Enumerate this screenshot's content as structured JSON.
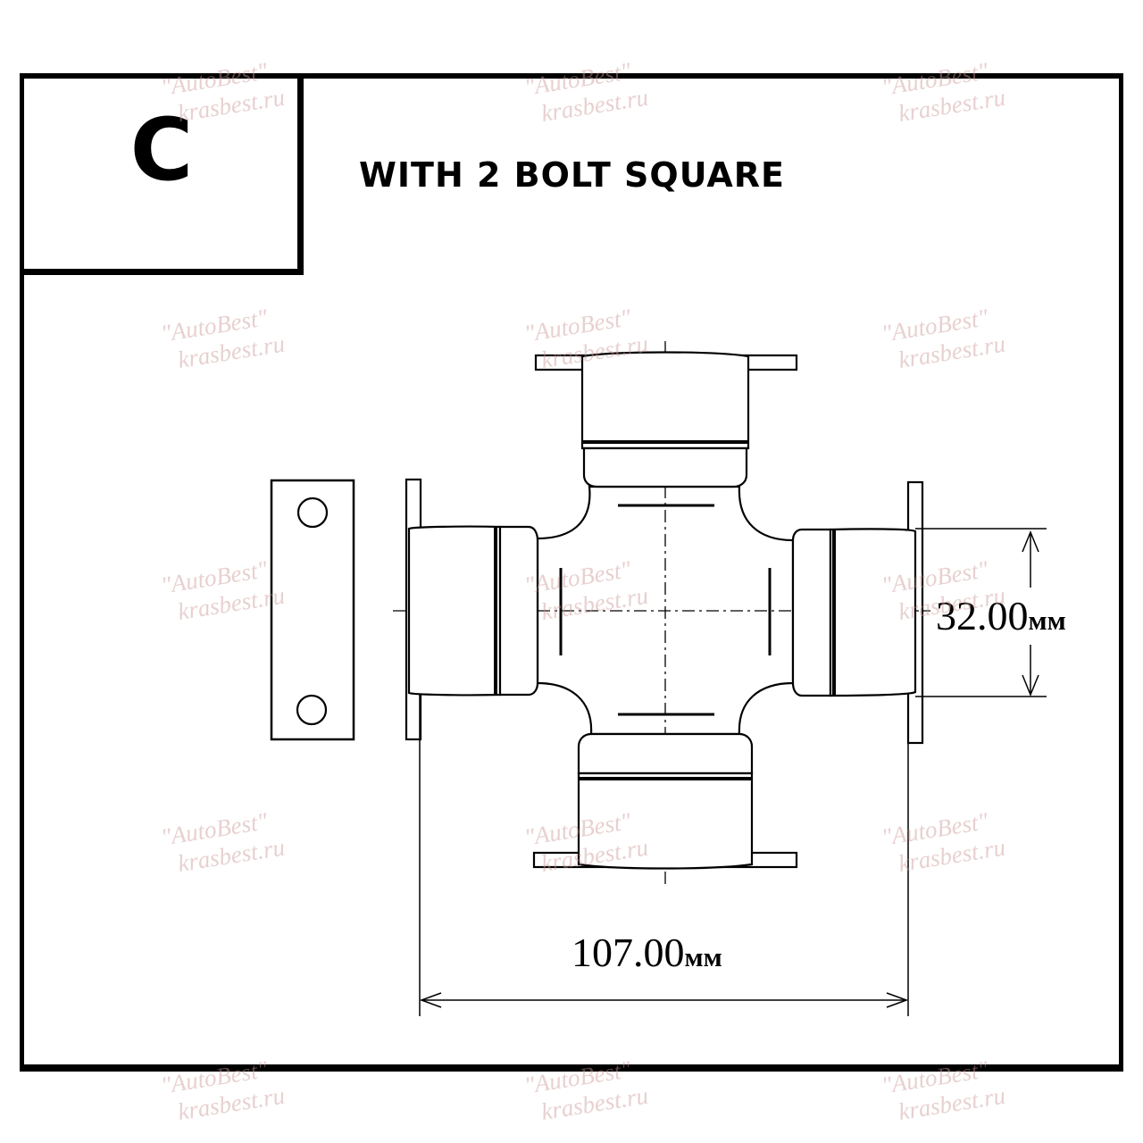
{
  "panel": {
    "type_letter": "C",
    "heading": "WITH 2 BOLT SQUARE"
  },
  "dimensions": {
    "cap_diameter": {
      "value": "32.00",
      "unit": "мм"
    },
    "span_across_caps": {
      "value": "107.00",
      "unit": "мм"
    }
  },
  "watermark": {
    "brand": "\"AutoBest\"",
    "site": "krasbest.ru",
    "color": "#cd9696"
  }
}
